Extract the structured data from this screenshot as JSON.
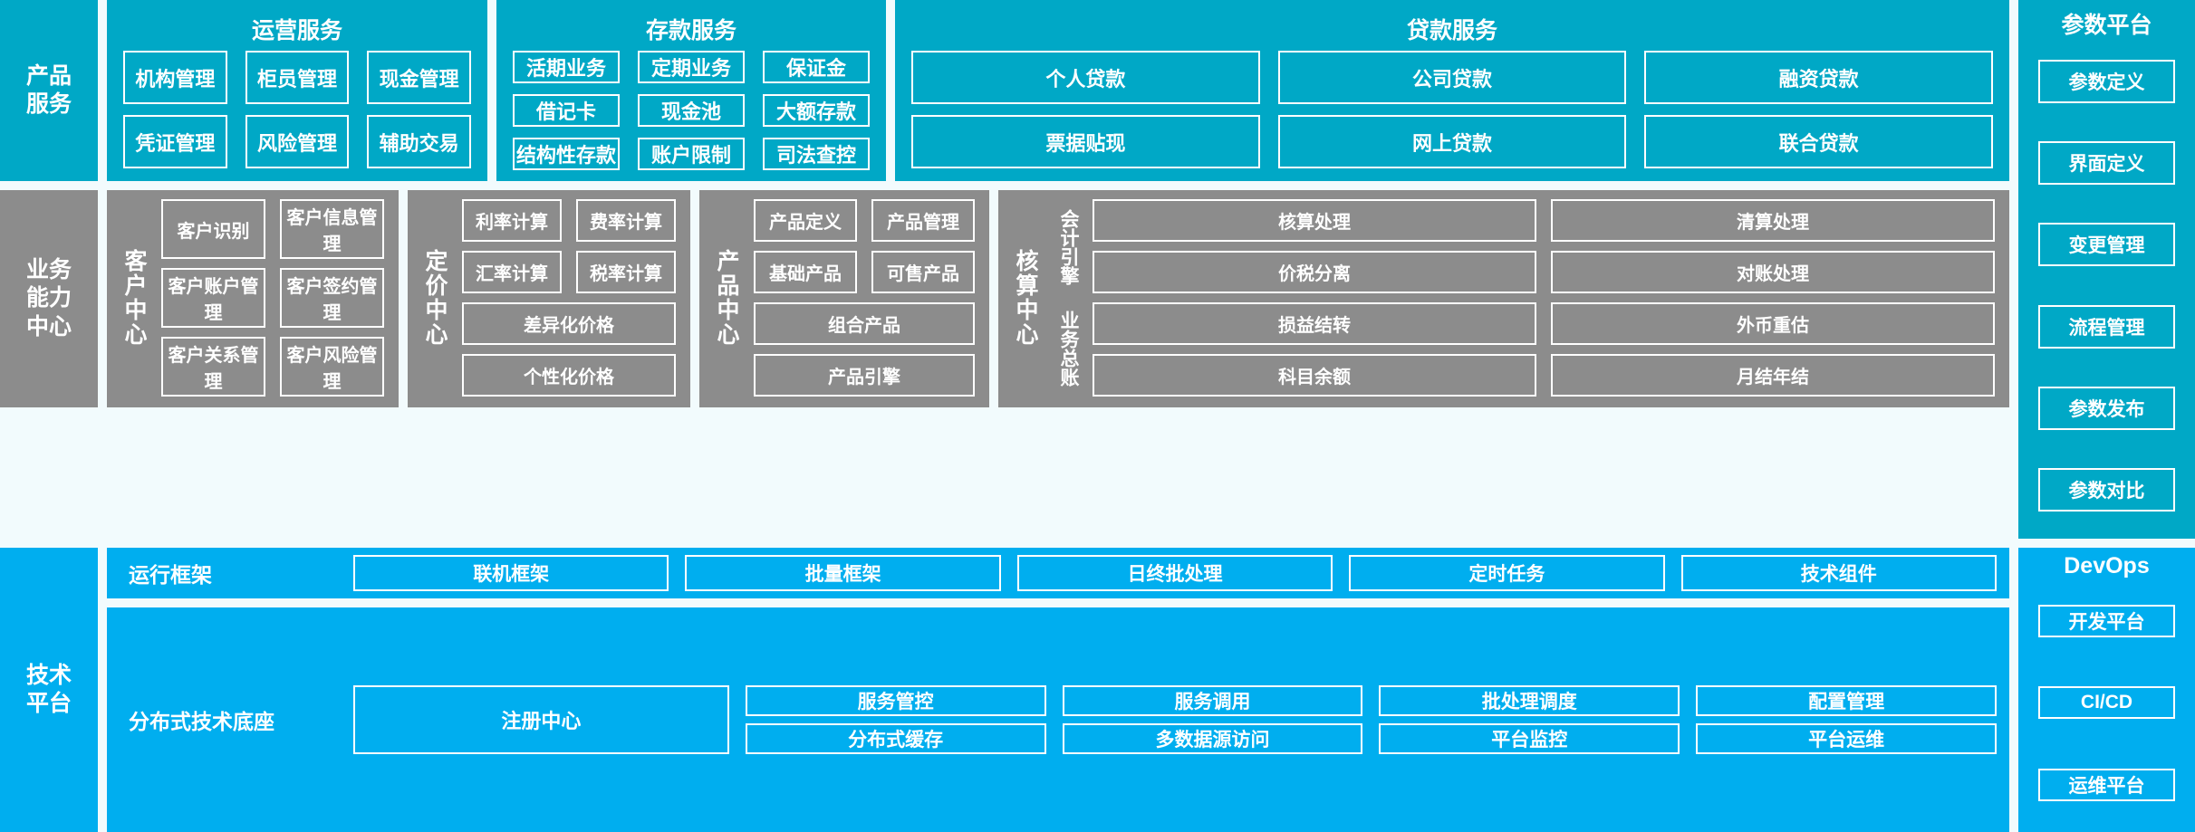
{
  "tiers": {
    "product_services": {
      "label": "产品\n服务",
      "color": "#00A8C6",
      "groups": [
        {
          "title": "运营服务",
          "items": [
            "机构管理",
            "柜员管理",
            "现金管理",
            "凭证管理",
            "风险管理",
            "辅助交易"
          ]
        },
        {
          "title": "存款服务",
          "items": [
            "活期业务",
            "定期业务",
            "保证金",
            "借记卡",
            "现金池",
            "大额存款",
            "结构性存款",
            "账户限制",
            "司法查控"
          ]
        },
        {
          "title": "贷款服务",
          "items": [
            "个人贷款",
            "公司贷款",
            "融资贷款",
            "票据贴现",
            "网上贷款",
            "联合贷款"
          ]
        }
      ]
    },
    "business_capability": {
      "label": "业务\n能力\n中心",
      "color": "#8C8C8C",
      "groups": [
        {
          "name": "客户中心",
          "items": [
            "客户识别",
            "客户信息管理",
            "客户账户管理",
            "客户签约管理",
            "客户关系管理",
            "客户风险管理"
          ]
        },
        {
          "name": "定价中心",
          "items": [
            "利率计算",
            "费率计算",
            "汇率计算",
            "税率计算"
          ],
          "wide_items": [
            "差异化价格",
            "个性化价格"
          ]
        },
        {
          "name": "产品中心",
          "items": [
            "产品定义",
            "产品管理",
            "基础产品",
            "可售产品"
          ],
          "wide_items": [
            "组合产品",
            "产品引擎"
          ]
        },
        {
          "name": "核算中心",
          "sub_labels": [
            "会计引擎",
            "业务总账"
          ],
          "items": [
            "核算处理",
            "清算处理",
            "价税分离",
            "对账处理",
            "损益结转",
            "外币重估",
            "科目余额",
            "月结年结"
          ]
        }
      ]
    },
    "technology_platform": {
      "label": "技术\n平台",
      "color": "#00AEEF",
      "bands": [
        {
          "name": "运行框架",
          "items": [
            "联机框架",
            "批量框架",
            "日终批处理",
            "定时任务",
            "技术组件"
          ]
        },
        {
          "name": "分布式技术底座",
          "anchor": "注册中心",
          "items": [
            "服务管控",
            "服务调用",
            "批处理调度",
            "配置管理",
            "分布式缓存",
            "多数据源访问",
            "平台监控",
            "平台运维"
          ]
        }
      ]
    }
  },
  "right_columns": {
    "param_platform": {
      "title": "参数平台",
      "color": "#00A8C6",
      "items": [
        "参数定义",
        "界面定义",
        "变更管理",
        "流程管理",
        "参数发布",
        "参数对比"
      ]
    },
    "devops": {
      "title": "DevOps",
      "color": "#00AEEF",
      "items": [
        "开发平台",
        "CI/CD",
        "运维平台"
      ]
    }
  }
}
